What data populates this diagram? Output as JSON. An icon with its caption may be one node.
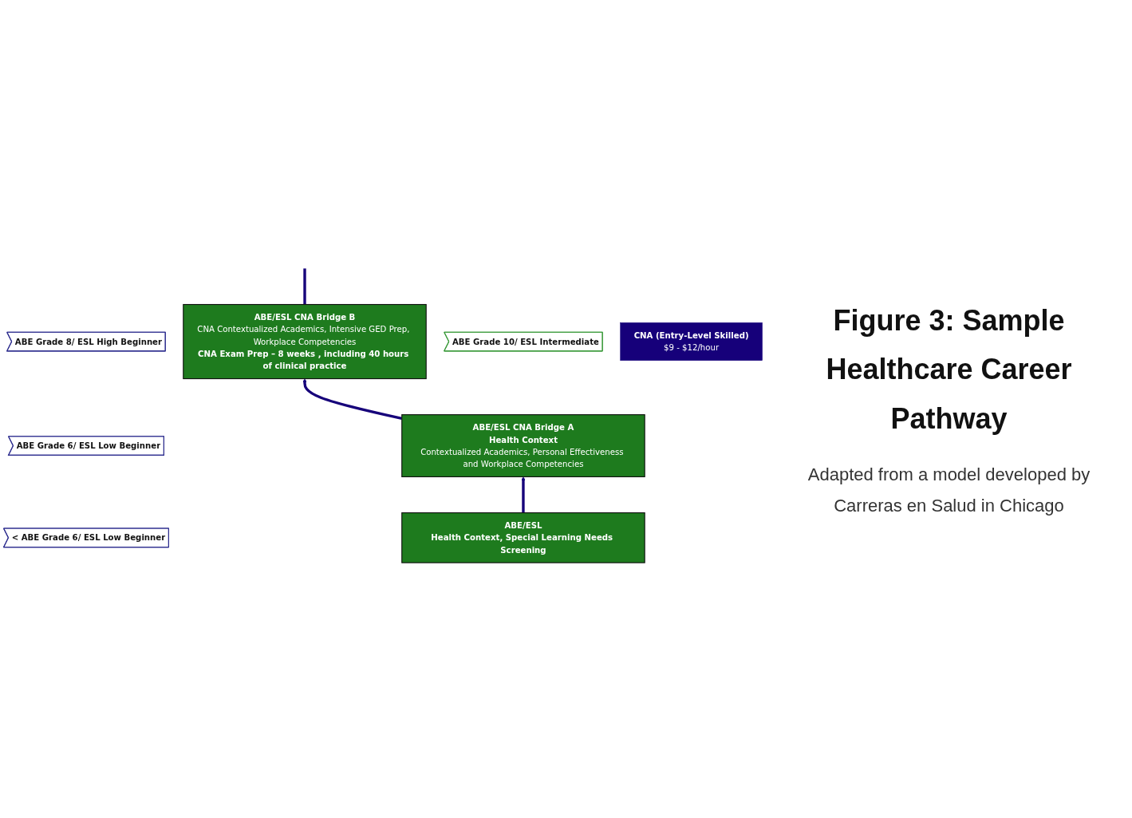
{
  "diagram": {
    "title": "Figure 3: Sample Healthcare Career Pathway",
    "caption": "Adapted from a model developed by Carreras en Salud in Chicago",
    "nodes": [
      {
        "text": [
          "ABE Grade 8/ ESL High Beginner"
        ]
      },
      {
        "text": [
          "ABE/ESL CNA Bridge B",
          "CNA Contextualized Academics, Intensive GED Prep, Workplace Competencies",
          "CNA Exam Prep – 8 weeks , including 40 hours of clinical practice"
        ]
      },
      {
        "text": [
          "ABE Grade 10/ ESL Intermediate"
        ]
      },
      {
        "text": [
          "CNA (Entry-Level Skilled)",
          "$9 - $12/hour"
        ]
      },
      {
        "text": [
          "ABE Grade 6/ ESL Low Beginner"
        ]
      },
      {
        "text": [
          "ABE/ESL CNA Bridge A",
          "Health Context",
          "Contextualized Academics, Personal Effectiveness and Workplace Competencies"
        ]
      },
      {
        "text": [
          "< ABE Grade 6/ ESL Low Beginner"
        ]
      },
      {
        "text": [
          "ABE/ESL",
          "Health Context, Special Learning Needs Screening"
        ]
      }
    ],
    "edges": [
      {
        "from": 7,
        "to": 5,
        "arrow": "to"
      },
      {
        "from": 5,
        "to": 1,
        "arrow": "to"
      },
      {
        "from": 1,
        "to": null,
        "arrow": "none"
      }
    ]
  }
}
